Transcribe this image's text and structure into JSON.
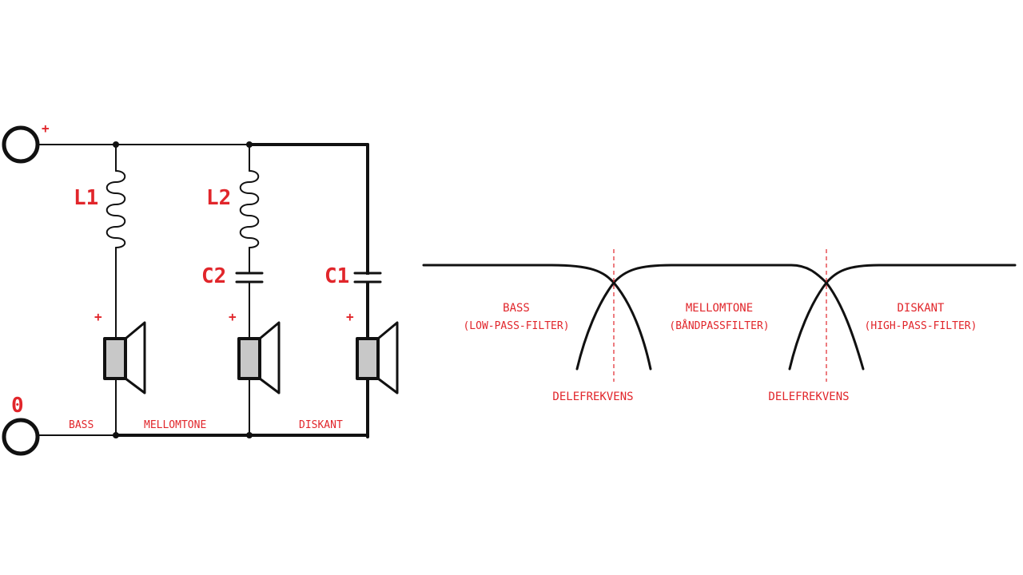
{
  "colors": {
    "accent": "#e1262b",
    "ink": "#111111",
    "speaker_fill": "#c8c8c8"
  },
  "circuit": {
    "terminal_plus": "+",
    "terminal_zero": "0",
    "L1": "L1",
    "L2": "L2",
    "C2": "C2",
    "C1": "C1",
    "speaker_plus": "+",
    "bass": "BASS",
    "mellomtone": "MELLOMTONE",
    "diskant": "DISKANT"
  },
  "response": {
    "bass_title": "BASS",
    "bass_sub": "(LOW-PASS-FILTER)",
    "mid_title": "MELLOMTONE",
    "mid_sub": "(BÅNDPASSFILTER)",
    "treble_title": "DISKANT",
    "treble_sub": "(HIGH-PASS-FILTER)",
    "crossover_1": "DELEFREKVENS",
    "crossover_2": "DELEFREKVENS"
  }
}
